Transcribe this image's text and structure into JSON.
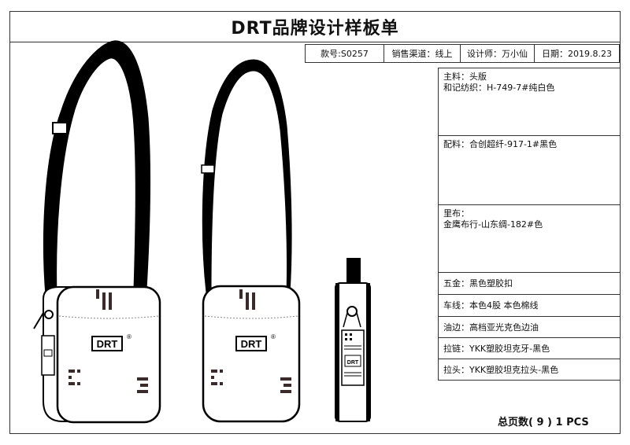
{
  "header": {
    "title": "DRT品牌设计样板单"
  },
  "meta": {
    "style_no": "款号:S0257",
    "channel": "销售渠道：线上",
    "designer": "设计师：万小仙",
    "date": "日期：2019.8.23"
  },
  "specs": {
    "main_fabric_line1": "主料：头版",
    "main_fabric_line2": "和记纺织：H-749-7#纯白色",
    "accessory_fabric": "配料：合创超纤-917-1#黑色",
    "lining_line1": "里布：",
    "lining_line2": "金鹰布行-山东绸-182#色",
    "hardware": "五金：黑色塑胶扣",
    "stitching": "车线：本色4股   本色棉线",
    "edge_oil": "油边：高档亚光克色边油",
    "zipper": "拉链：YKK塑胶坦克牙-黑色",
    "zipper_puller": "拉头：YKK塑胶坦克拉头-黑色"
  },
  "footer": {
    "pages": "总页数( 9 )   1 PCS"
  },
  "artwork": {
    "logo_text": "DRT",
    "registered_mark": "®",
    "strap_color": "#000000",
    "body_color": "#ffffff"
  }
}
